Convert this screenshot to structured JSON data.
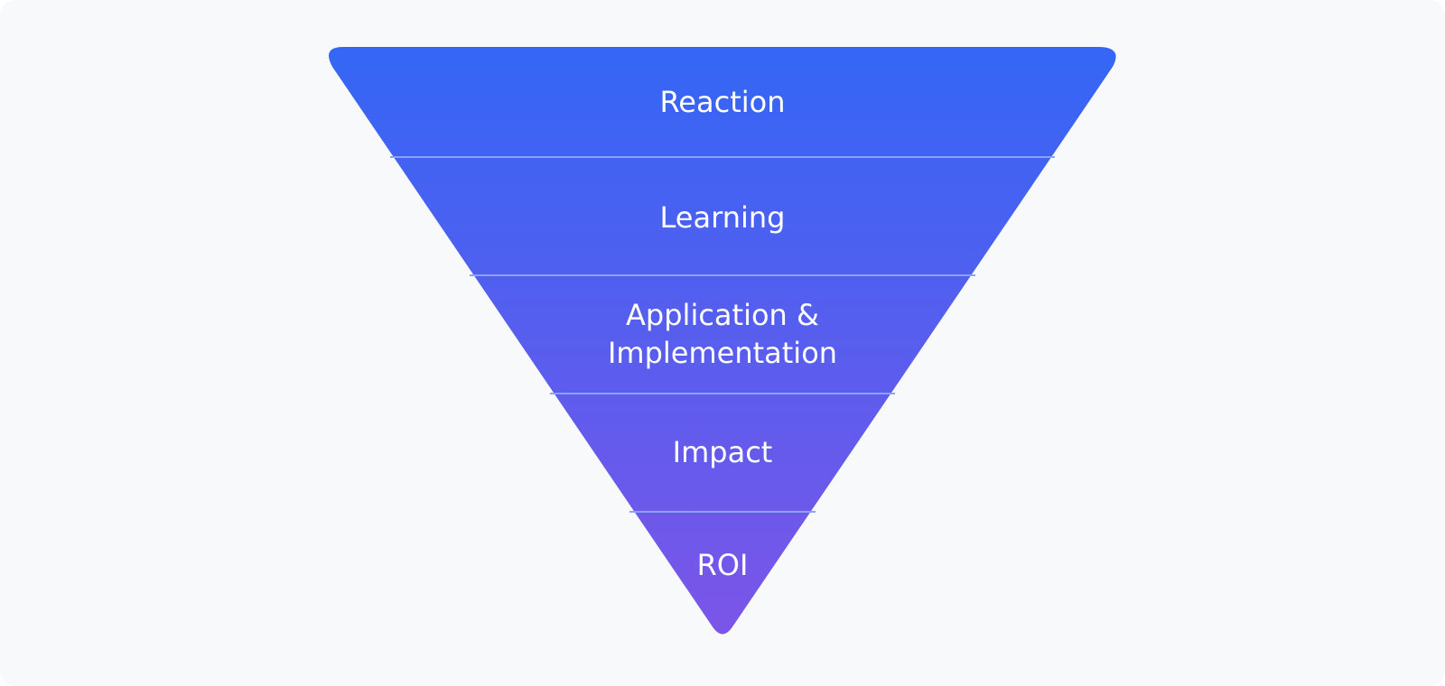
{
  "colors": {
    "background": "#f8f9fb",
    "gradient_top": "#3466f5",
    "gradient_bottom": "#7b55e8",
    "divider": "#8da2f6",
    "text": "#ffffff"
  },
  "funnel": {
    "levels": [
      {
        "lines": [
          "Reaction"
        ]
      },
      {
        "lines": [
          "Learning"
        ]
      },
      {
        "lines": [
          "Application &",
          "Implementation"
        ]
      },
      {
        "lines": [
          "Impact"
        ]
      },
      {
        "lines": [
          "ROI"
        ]
      }
    ]
  }
}
